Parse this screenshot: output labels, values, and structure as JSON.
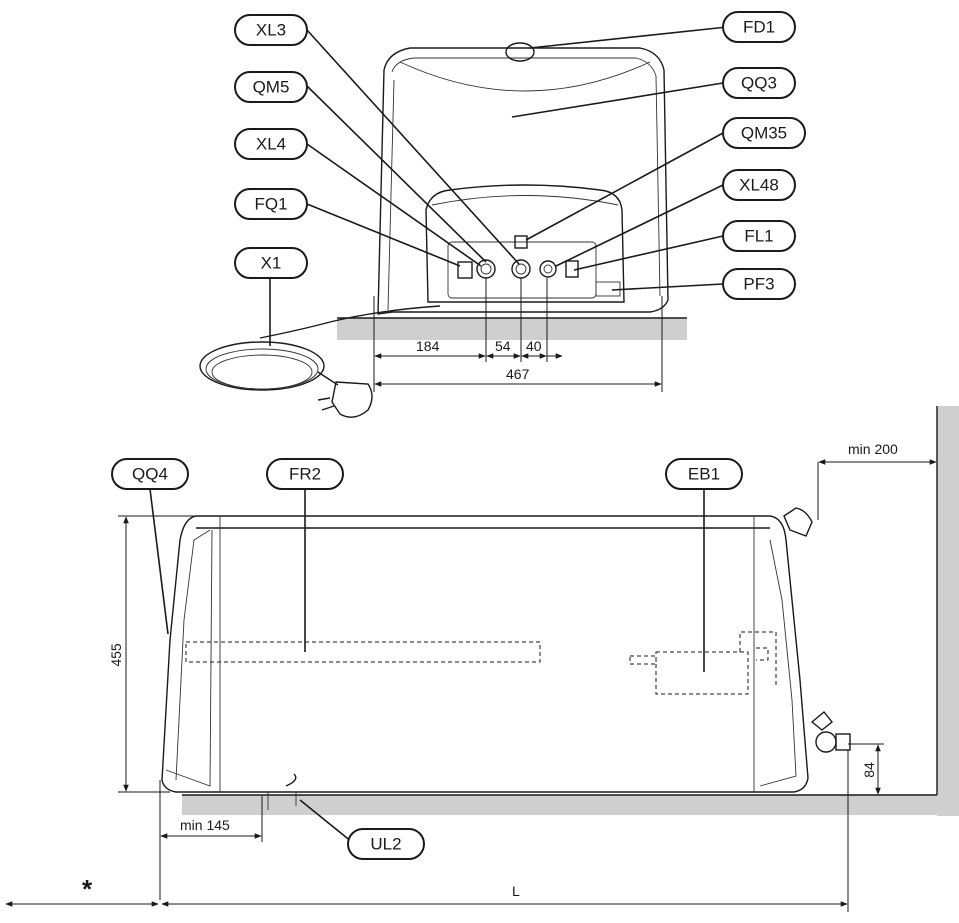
{
  "front_view": {
    "callouts": {
      "xl3": "XL3",
      "qm5": "QM5",
      "xl4": "XL4",
      "fq1": "FQ1",
      "x1": "X1",
      "fd1": "FD1",
      "qq3": "QQ3",
      "qm35": "QM35",
      "xl48": "XL48",
      "fl1": "FL1",
      "pf3": "PF3"
    },
    "dimensions": {
      "d184": "184",
      "d54": "54",
      "d40": "40",
      "d467": "467"
    }
  },
  "side_view": {
    "callouts": {
      "qq4": "QQ4",
      "fr2": "FR2",
      "eb1": "EB1",
      "ul2": "UL2"
    },
    "dimensions": {
      "min200": "min 200",
      "h455": "455",
      "h84": "84",
      "min145": "min 145",
      "length": "L",
      "star": "*"
    }
  },
  "colors": {
    "line": "#1a1a1a",
    "floor": "#cfcfcf"
  }
}
